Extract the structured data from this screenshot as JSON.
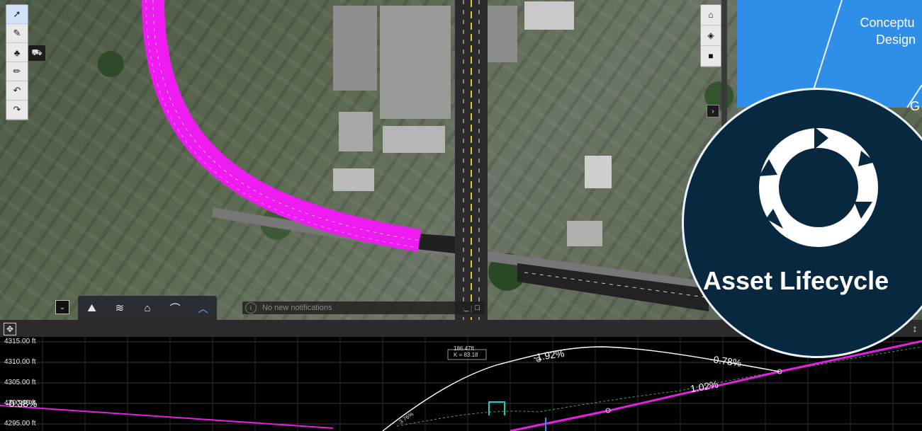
{
  "map": {
    "tools": [
      {
        "name": "select",
        "glyph": "➚"
      },
      {
        "name": "measure",
        "glyph": "✎"
      },
      {
        "name": "objects",
        "glyph": "♣"
      },
      {
        "name": "sketch",
        "glyph": "✏"
      },
      {
        "name": "undo",
        "glyph": "↶"
      },
      {
        "name": "redo",
        "glyph": "↷"
      }
    ],
    "flyout_glyph": "⛟",
    "view_tools": [
      {
        "name": "home",
        "glyph": "⌂"
      },
      {
        "name": "view-cube",
        "glyph": "◈"
      },
      {
        "name": "camera",
        "glyph": "■"
      }
    ],
    "side_toggle_glyph": "›",
    "expand_glyph": "⌄",
    "bottom_toolbar": [
      {
        "name": "terrain",
        "glyph": "⛰"
      },
      {
        "name": "layers",
        "glyph": "≋"
      },
      {
        "name": "building",
        "glyph": "⌂"
      },
      {
        "name": "road",
        "glyph": "⌒"
      },
      {
        "name": "collapse",
        "glyph": "︿"
      }
    ],
    "notification_text": "No new notifications",
    "notification_info_glyph": "i",
    "notification_controls": "_ □"
  },
  "profile": {
    "move_glyph": "✥",
    "resize_glyph": "↕",
    "elevation_labels": [
      "4315.00 ft",
      "4310.00 ft",
      "4305.00 ft",
      "4300.00 ft",
      "4295.00 ft"
    ],
    "grades": [
      {
        "text": "-0.38%"
      },
      {
        "text": "-1.92%"
      },
      {
        "text": "-0.78%"
      },
      {
        "text": "1.02%"
      }
    ],
    "curve_label_lines": [
      "186.47ft",
      "K = 83.18"
    ],
    "small_grade": "3.76%"
  },
  "overlay": {
    "panel_color": "#2f8fe8",
    "circle_color": "#07283f",
    "conceptual_line1": "Conceptu",
    "conceptual_line2": "Design",
    "partial_label": "G",
    "title": "Asset Lifecycle"
  }
}
